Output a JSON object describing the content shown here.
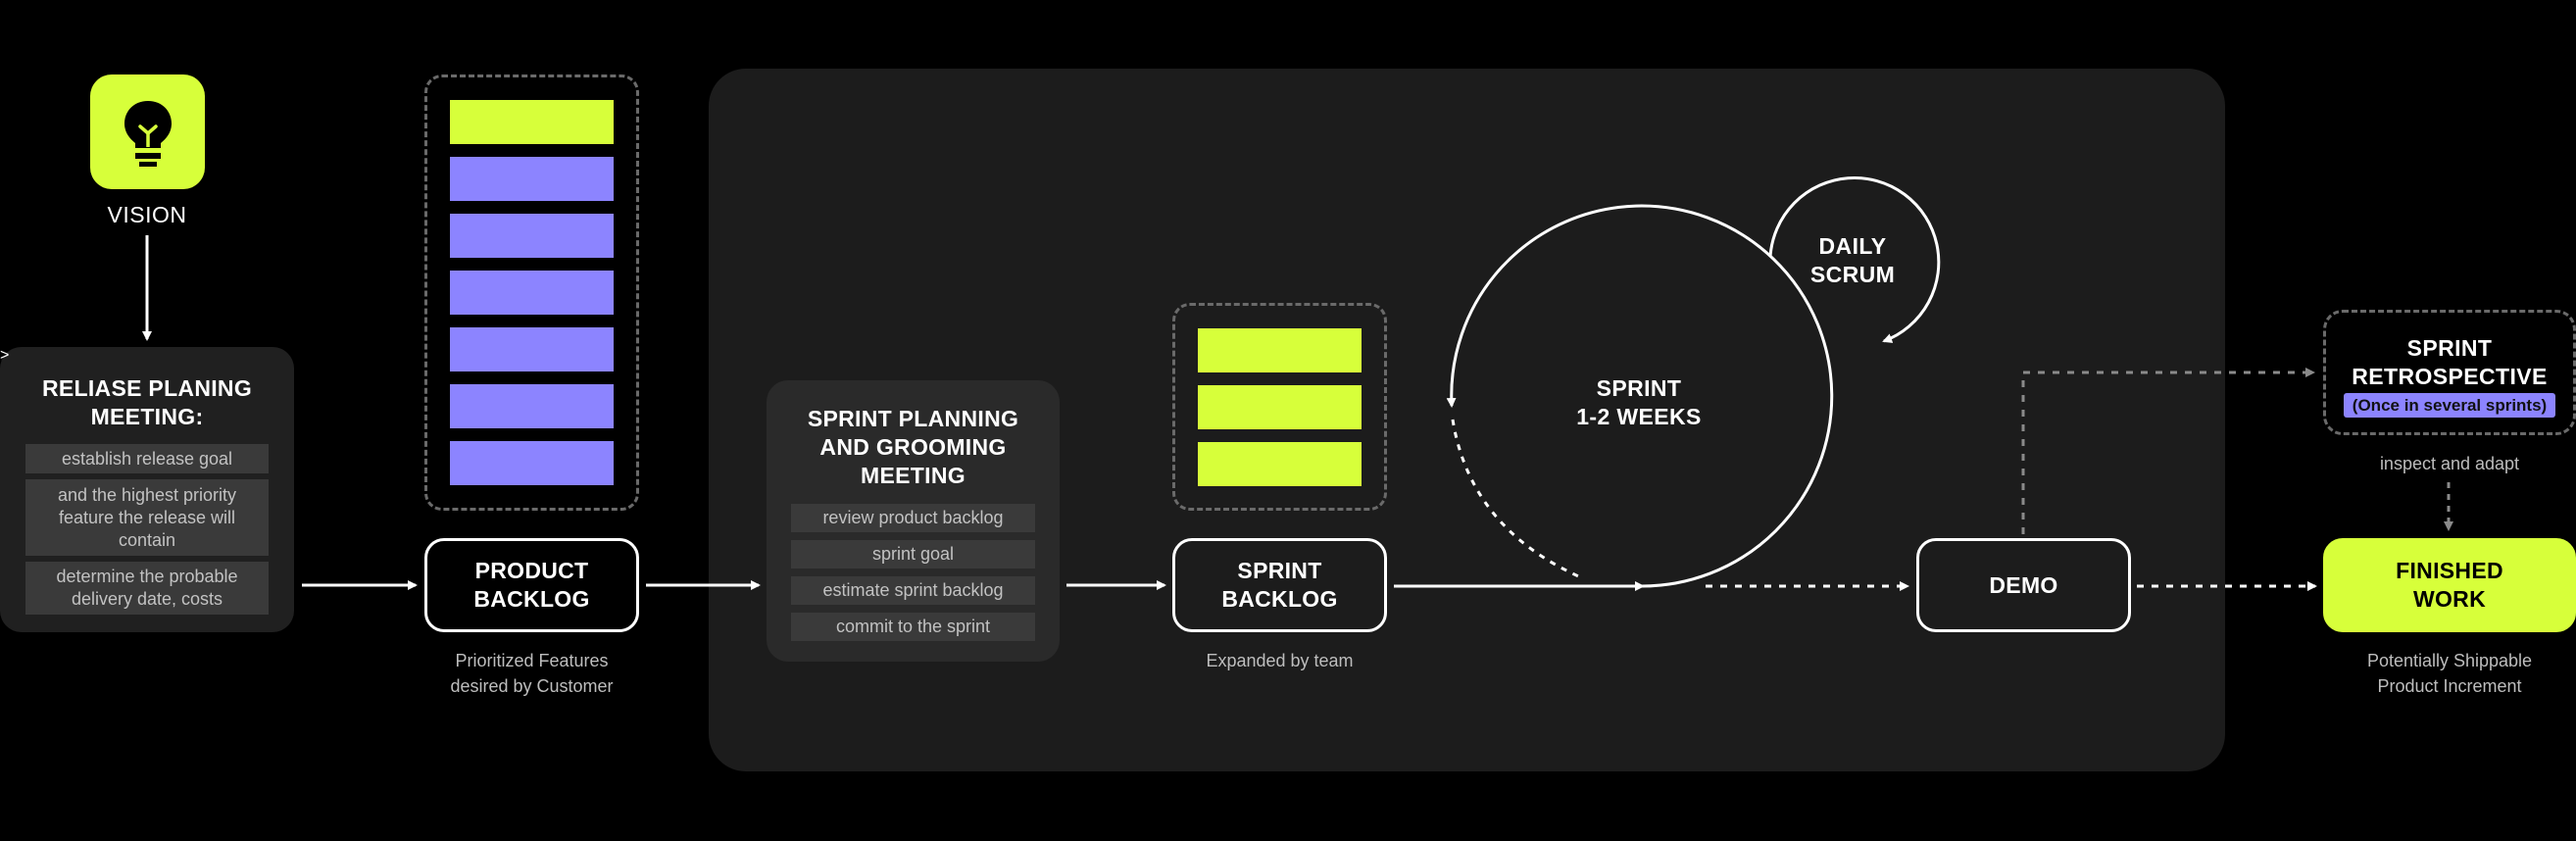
{
  "colors": {
    "background": "#000000",
    "sprint_area": "#1c1c1c",
    "accent_lime": "#d7ff3a",
    "accent_violet": "#8c84ff",
    "chip": "#3a3a3a",
    "dashed": "#6a6a6a"
  },
  "vision": {
    "icon": "lightbulb-icon",
    "label": "VISION"
  },
  "release_meeting": {
    "title": "RELIASE PLANING\nMEETING:",
    "items": [
      "establish release goal",
      "and the highest priority\nfeature the release will\ncontain",
      "determine the probable\ndelivery date, costs"
    ]
  },
  "product_backlog": {
    "label": "PRODUCT\nBACKLOG",
    "caption": "Prioritized Features\ndesired by Customer",
    "bars": [
      "lime",
      "violet",
      "violet",
      "violet",
      "violet",
      "violet",
      "violet"
    ]
  },
  "sprint_planning": {
    "title": "SPRINT PLANNING\nAND GROOMING\nMEETING",
    "items": [
      "review product backlog",
      "sprint goal",
      "estimate sprint backlog",
      "commit to the sprint"
    ]
  },
  "sprint_backlog": {
    "label": "SPRINT\nBACKLOG",
    "caption": "Expanded by team",
    "bars": [
      "lime",
      "lime",
      "lime"
    ]
  },
  "sprint_cycle": {
    "label": "SPRINT\n1-2 WEEKS"
  },
  "daily_scrum": {
    "label": "DAILY\nSCRUM"
  },
  "demo": {
    "label": "DEMO"
  },
  "retrospective": {
    "title": "SPRINT\nRETROSPECTIVE",
    "note": "(Once in several sprints)",
    "caption": "inspect and adapt"
  },
  "finished_work": {
    "label": "FINISHED\nWORK",
    "caption": "Potentially Shippable\nProduct Increment"
  }
}
